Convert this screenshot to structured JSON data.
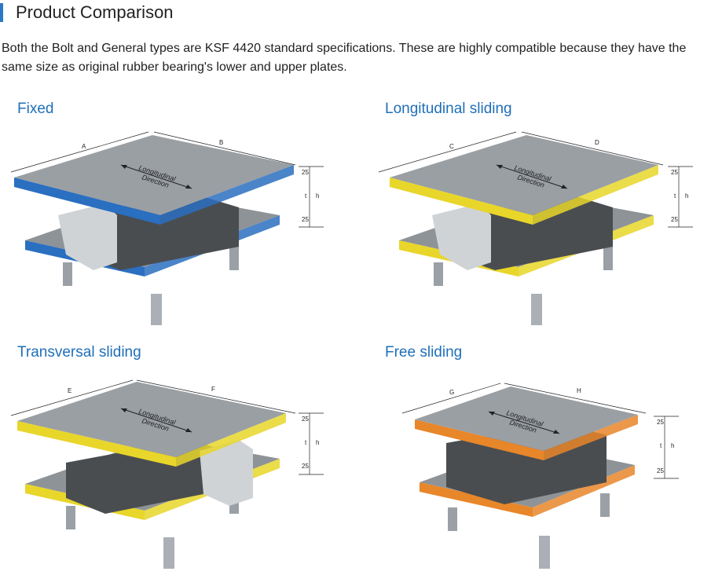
{
  "header": {
    "title": "Product Comparison",
    "accent_color": "#2b78c6"
  },
  "intro": "Both the Bolt and General types are KSF 4420 standard specifications. These are highly compatible because they have the same size as original rubber bearing's lower and upper plates.",
  "direction_label_1": "Longitudinal",
  "direction_label_2": "Direction",
  "dim_labels": {
    "top": "25",
    "mid": "t",
    "bottom": "25",
    "height": "h"
  },
  "panels": [
    {
      "title": "Fixed",
      "edge_color": "#2a6fc0",
      "dim_a": "A",
      "dim_b": "B"
    },
    {
      "title": "Longitudinal sliding",
      "edge_color": "#e8d62a",
      "dim_a": "C",
      "dim_b": "D"
    },
    {
      "title": "Transversal sliding",
      "edge_color": "#e8d62a",
      "dim_a": "E",
      "dim_b": "F"
    },
    {
      "title": "Free sliding",
      "edge_color": "#e8862a",
      "dim_a": "G",
      "dim_b": "H"
    }
  ]
}
